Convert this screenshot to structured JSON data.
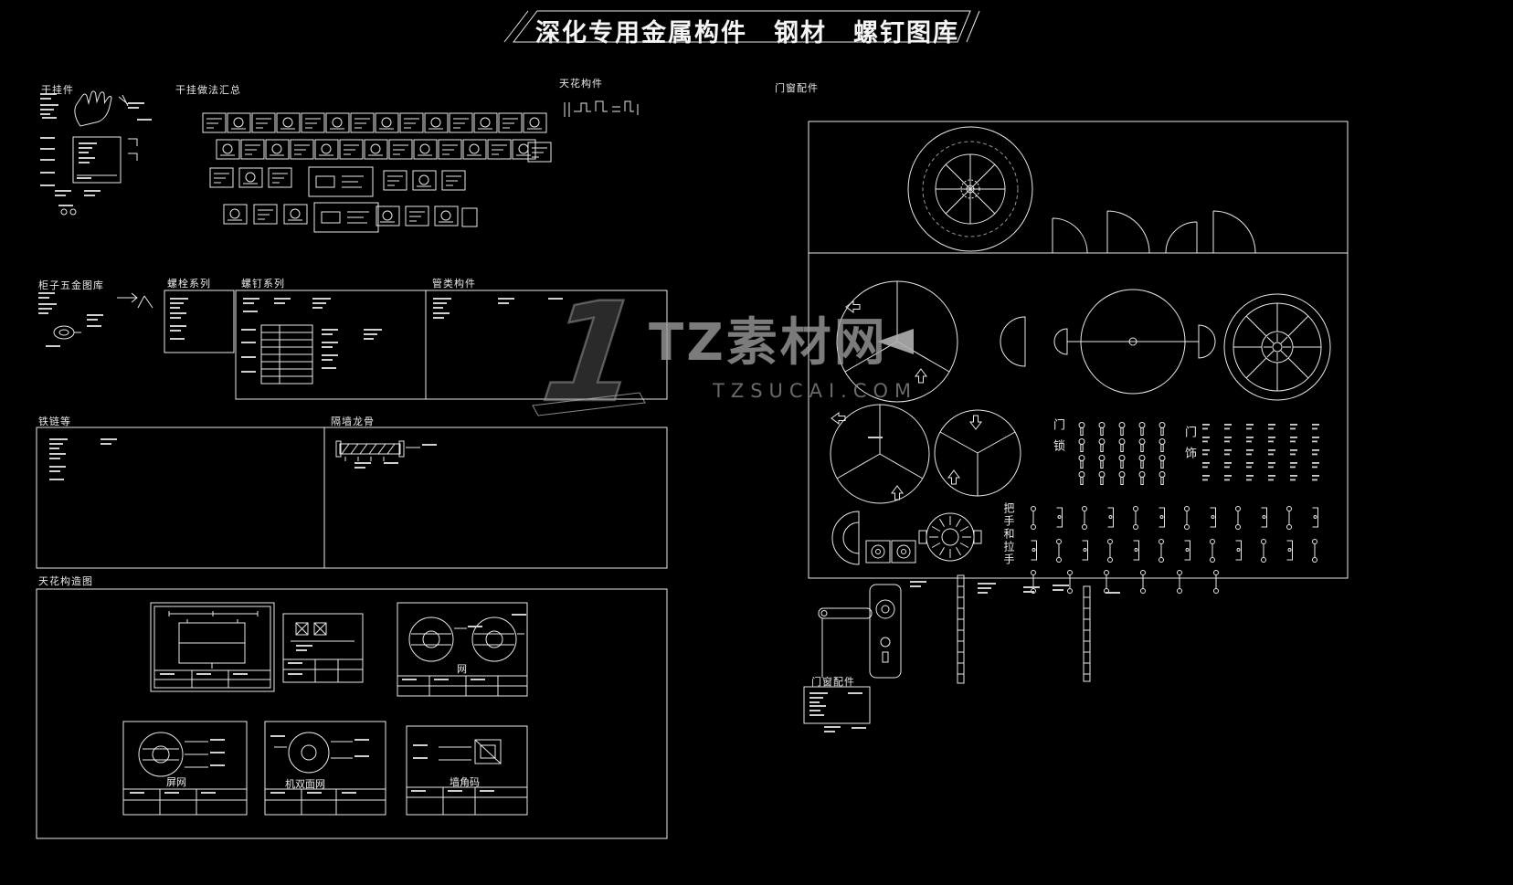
{
  "title": "深化专用金属构件　钢材　螺钉图库",
  "watermark": {
    "numeral": "1",
    "brand": "TZ素材网",
    "domain": "TZSUCAI.COM"
  },
  "sections": {
    "hanging_part": "干挂件",
    "hanging_methods": "干挂做法汇总",
    "ceiling_member": "天花构件",
    "door_window_fitting": "门窗配件",
    "cabinet_hardware_lib": "柜子五金图库",
    "bolt_series": "螺栓系列",
    "screw_series": "螺钉系列",
    "pipe_member": "管类构件",
    "chains_etc": "铁链等",
    "partition_keel": "隔墙龙骨",
    "ceiling_structure": "天花构造图",
    "door_window_fitting_small": "门窗配件"
  },
  "inner_labels": {
    "door_lock": "门锁",
    "door_trim": "门饰",
    "handles_pulls": "把手和拉手"
  },
  "captions": {
    "net": "网",
    "screen_net": "屏网",
    "double_sided_net": "机双面网",
    "corner_code": "墙角码"
  }
}
